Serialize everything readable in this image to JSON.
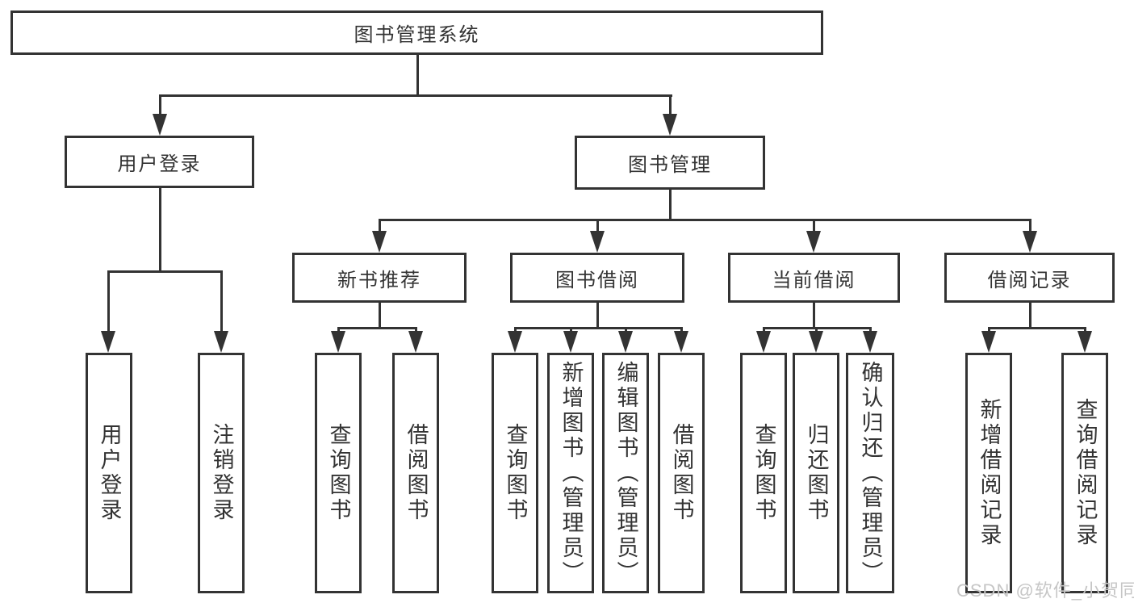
{
  "diagram": {
    "nodes": {
      "root": "图书管理系统",
      "user_login": "用户登录",
      "book_mgmt": "图书管理",
      "new_book": "新书推荐",
      "book_borrow": "图书借阅",
      "current_borrow": "当前借阅",
      "borrow_record": "借阅记录",
      "leaf_user_login": "用户登录",
      "leaf_logout": "注销登录",
      "leaf_nb_query": "查询图书",
      "leaf_nb_borrow": "借阅图书",
      "leaf_bb_query": "查询图书",
      "leaf_bb_add": "新增图书（管理员）",
      "leaf_bb_edit": "编辑图书（管理员）",
      "leaf_bb_borrow": "借阅图书",
      "leaf_cb_query": "查询图书",
      "leaf_cb_return": "归还图书",
      "leaf_cb_confirm": "确认归还（管理员）",
      "leaf_br_add": "新增借阅记录",
      "leaf_br_query": "查询借阅记录"
    },
    "watermark": "CSDN @软件_小贺同学",
    "colors": {
      "line": "#333333",
      "text": "#333333",
      "watermark": "#c6c6c6",
      "background": "#ffffff"
    }
  }
}
